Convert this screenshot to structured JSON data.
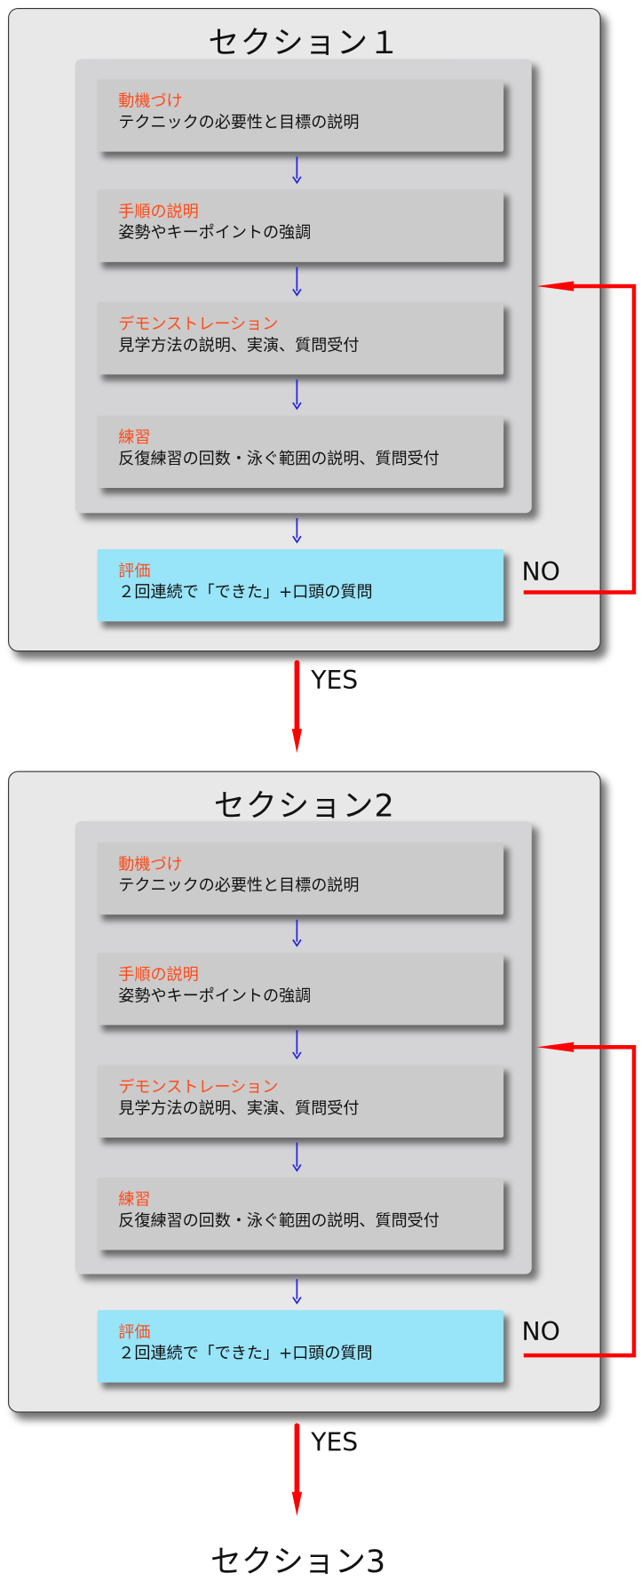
{
  "sections": [
    {
      "title": "セクション１",
      "steps": [
        {
          "label": "動機づけ",
          "text": "テクニックの必要性と目標の説明"
        },
        {
          "label": "手順の説明",
          "text": "姿勢やキーポイントの強調"
        },
        {
          "label": "デモンストレーション",
          "text": "見学方法の説明、実演、質問受付"
        },
        {
          "label": "練習",
          "text": "反復練習の回数・泳ぐ範囲の説明、質問受付"
        }
      ],
      "evaluation": {
        "label": "評価",
        "text": "２回連続で「できた」+口頭の質問"
      },
      "no_label": "NO",
      "yes_label": "YES"
    },
    {
      "title": "セクション2",
      "steps": [
        {
          "label": "動機づけ",
          "text": "テクニックの必要性と目標の説明"
        },
        {
          "label": "手順の説明",
          "text": "姿勢やキーポイントの強調"
        },
        {
          "label": "デモンストレーション",
          "text": "見学方法の説明、実演、質問受付"
        },
        {
          "label": "練習",
          "text": "反復練習の回数・泳ぐ範囲の説明、質問受付"
        }
      ],
      "evaluation": {
        "label": "評価",
        "text": "２回連続で「できた」+口頭の質問"
      },
      "no_label": "NO",
      "yes_label": "YES"
    }
  ],
  "next_section": "セクション3",
  "colors": {
    "label": "#ff4b1a",
    "eval_bg": "#98e4f8",
    "flow_arrow": "#2222dd",
    "loop_arrow": "#ff0000"
  }
}
